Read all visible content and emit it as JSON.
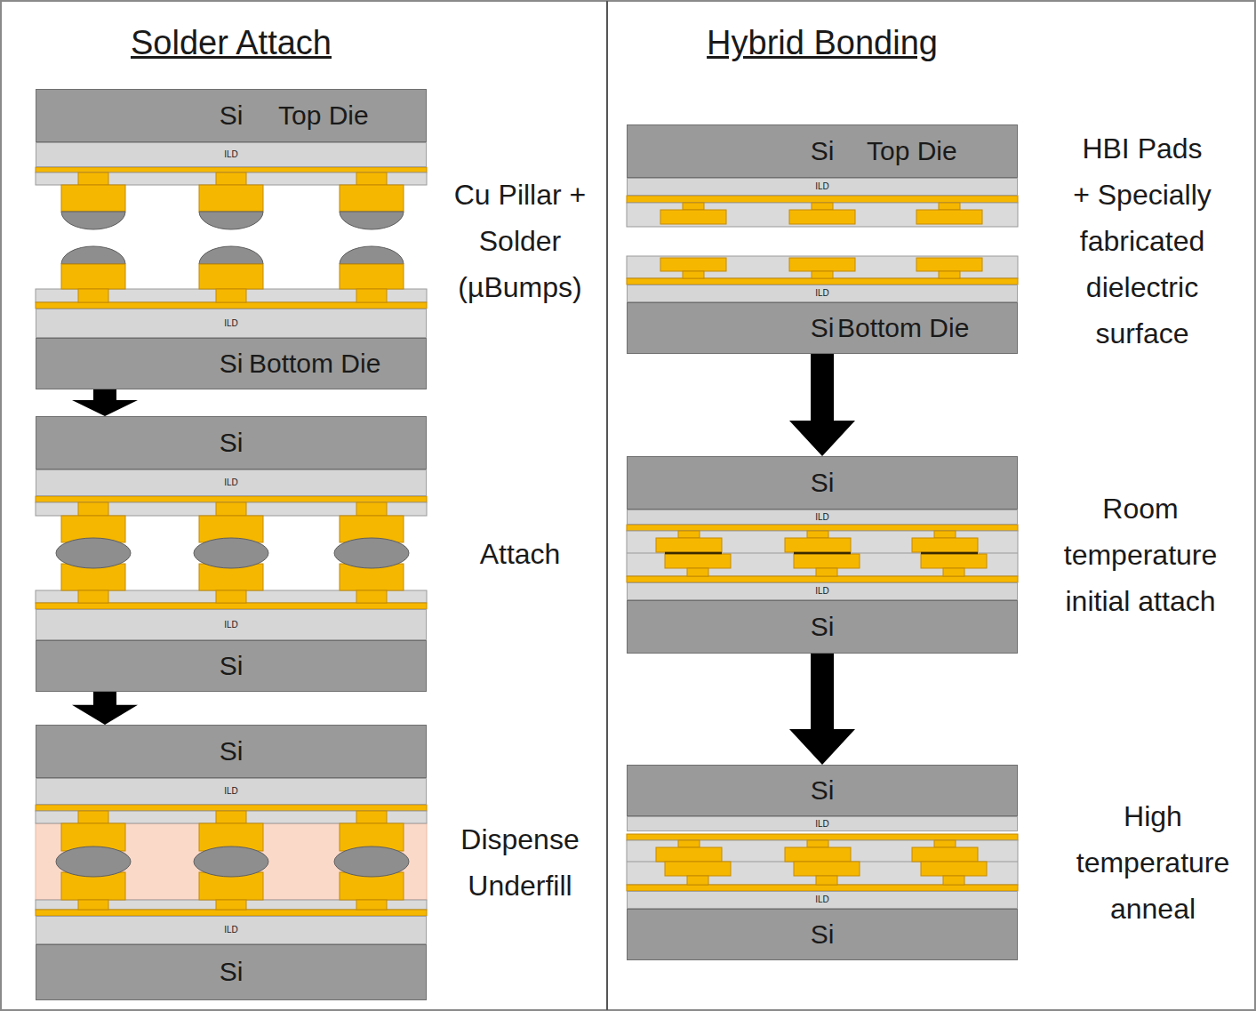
{
  "diagram": {
    "nodes": [
      {
        "text": [
          "Si",
          "Top Die"
        ]
      },
      {
        "text": [
          "ILD"
        ]
      },
      {
        "text": [
          "ILD"
        ]
      },
      {
        "text": [
          "Si",
          "Bottom Die"
        ]
      },
      {
        "text": [
          "Si"
        ]
      },
      {
        "text": [
          "ILD"
        ]
      },
      {
        "text": [
          "ILD"
        ]
      },
      {
        "text": [
          "Si"
        ]
      },
      {
        "text": [
          "Si"
        ]
      },
      {
        "text": [
          "ILD"
        ]
      },
      {
        "text": [
          "ILD"
        ]
      },
      {
        "text": [
          "Si"
        ]
      },
      {
        "text": [
          "Si",
          "Top Die"
        ]
      },
      {
        "text": [
          "ILD"
        ]
      },
      {
        "text": [
          "ILD"
        ]
      },
      {
        "text": [
          "Si",
          "Bottom Die"
        ]
      },
      {
        "text": [
          "Si"
        ]
      },
      {
        "text": [
          "ILD"
        ]
      },
      {
        "text": [
          "ILD"
        ]
      },
      {
        "text": [
          "Si"
        ]
      },
      {
        "text": [
          "Si"
        ]
      },
      {
        "text": [
          "ILD"
        ]
      },
      {
        "text": [
          "ILD"
        ]
      },
      {
        "text": [
          "Si"
        ]
      }
    ],
    "edges": [
      {
        "from": 3,
        "to": 4,
        "arrow": "to"
      },
      {
        "from": 7,
        "to": 8,
        "arrow": "to"
      },
      {
        "from": 15,
        "to": 16,
        "arrow": "to"
      },
      {
        "from": 19,
        "to": 20,
        "arrow": "to"
      }
    ],
    "labels": [
      "Solder Attach",
      "Hybrid Bonding",
      "Cu Pillar + Solder (µBumps)",
      "Attach",
      "Dispense Underfill",
      "HBI Pads + Specially fabricated dielectric surface",
      "Room temperature initial attach",
      "High temperature anneal"
    ]
  }
}
